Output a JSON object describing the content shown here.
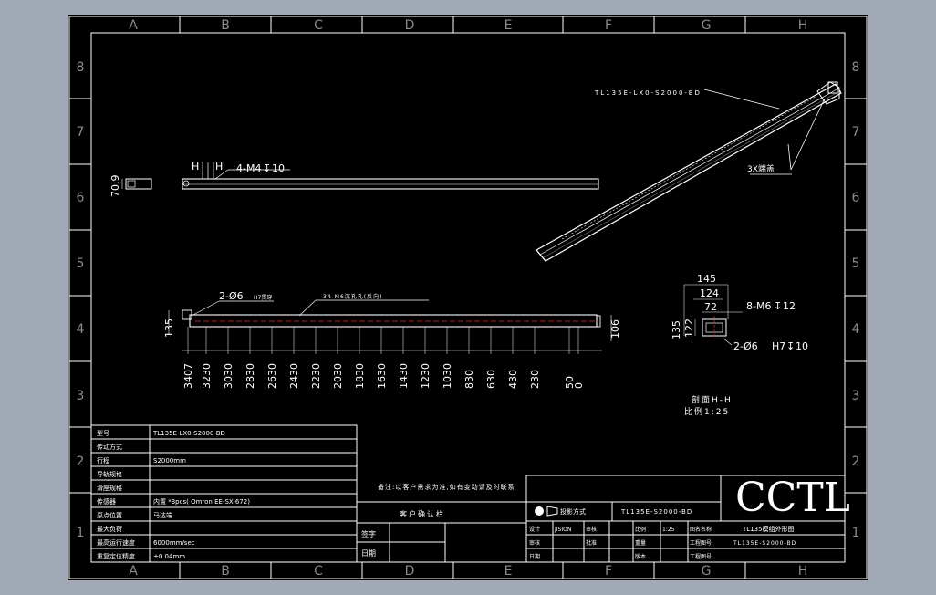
{
  "frame": {
    "columns": [
      "A",
      "B",
      "C",
      "D",
      "E",
      "F",
      "G",
      "H"
    ],
    "rows": [
      "8",
      "7",
      "6",
      "5",
      "4",
      "3",
      "2",
      "1"
    ]
  },
  "iso_view": {
    "model_label": "TL135E-LX0-S2000-BD",
    "callout": "3X端盖"
  },
  "side_view": {
    "height_dim": "70.9",
    "section_mark": "H",
    "section_mark2": "H",
    "thread_label": "4-M4",
    "thread_depth": "10"
  },
  "front_view": {
    "height_dim": "135",
    "right_dim": "106",
    "hole_label": "2-Ø6",
    "hole_tol": "H7贯穿",
    "counterbore_label": "34-M6沉孔孔(反向)",
    "x_ticks": [
      "3407",
      "3230",
      "3030",
      "2830",
      "2630",
      "2430",
      "2230",
      "2030",
      "1830",
      "1630",
      "1430",
      "1230",
      "1030",
      "830",
      "630",
      "430",
      "230",
      "50",
      "0"
    ]
  },
  "section_view": {
    "dim_145": "145",
    "dim_124": "124",
    "dim_72": "72",
    "dim_135": "135",
    "dim_122": "122",
    "thread_label": "8-M6",
    "thread_depth": "12",
    "hole_label": "2-Ø6",
    "hole_tol": "H7",
    "hole_depth": "10",
    "caption": "剖面H-H",
    "scale": "比例1:25"
  },
  "spec_table": {
    "rows": [
      {
        "label": "型号",
        "value": "TL135E-LX0-S2000-BD"
      },
      {
        "label": "传动方式",
        "value": ""
      },
      {
        "label": "行程",
        "value": "S2000mm"
      },
      {
        "label": "导轨规格",
        "value": ""
      },
      {
        "label": "滑座规格",
        "value": ""
      },
      {
        "label": "传感器",
        "value": "内置 *3pcs( Omron EE-SX-672)"
      },
      {
        "label": "原点位置",
        "value": "马达端"
      },
      {
        "label": "最大负荷",
        "value": ""
      },
      {
        "label": "最高运行速度",
        "value": "6000mm/sec"
      },
      {
        "label": "重复定位精度",
        "value": "±0.04mm"
      }
    ]
  },
  "note": "备注:以客户需求为准,如有变动请及时联系",
  "confirm": {
    "title": "客户确认栏",
    "sign_label": "签字",
    "date_label": "日期"
  },
  "title_block": {
    "projection": "投影方式",
    "drawing_no": "TL135E-S2000-BD",
    "logo": "CCTL",
    "r1": [
      "设计",
      "JISION",
      "审核",
      "",
      "比例",
      "1:25",
      "图名名称"
    ],
    "r2": [
      "审核",
      "",
      "批准",
      "",
      "重量",
      "",
      "工程图号"
    ],
    "r3": [
      "日期",
      "",
      "",
      "",
      "版本",
      "",
      "工程图号"
    ],
    "product_name": "TL135模组外形图",
    "product_code": "TL135E-S2000-BD"
  }
}
